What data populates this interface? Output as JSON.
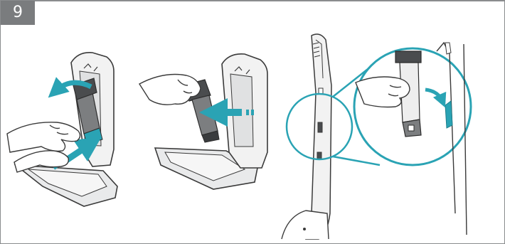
{
  "step": {
    "number": "9"
  },
  "colors": {
    "accent": "#2aa3b4",
    "frame": "#8a8c8e",
    "badge": "#7a7c7e",
    "line": "#3a3a3a",
    "panel": "#e9eaeb"
  },
  "panels": [
    {
      "name": "panel-1",
      "depicts": "remove-brush-from-stand"
    },
    {
      "name": "panel-2",
      "depicts": "attach-brush-to-stand"
    },
    {
      "name": "panel-3",
      "depicts": "vacuum-wand-with-clip-detail"
    }
  ]
}
